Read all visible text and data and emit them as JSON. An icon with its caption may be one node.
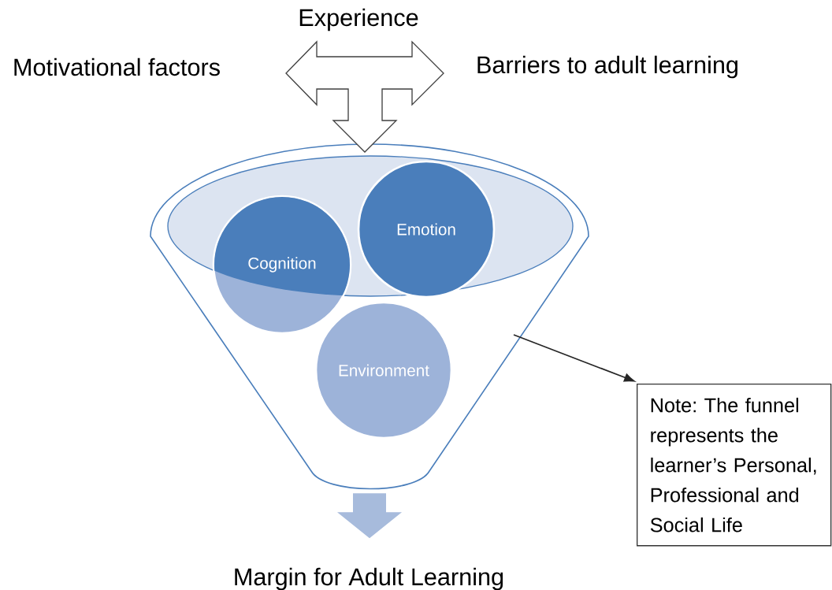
{
  "diagram": {
    "nodes": [
      {
        "text": [
          "Motivational factors"
        ]
      },
      {
        "text": [
          "Experience"
        ]
      },
      {
        "text": [
          "Barriers to adult learning"
        ]
      },
      {
        "text": [],
        "shape": "funnel"
      },
      {
        "text": [
          "Cognition"
        ],
        "in": 3
      },
      {
        "text": [
          "Emotion"
        ],
        "in": 3
      },
      {
        "text": [
          "Environment"
        ],
        "in": 3
      },
      {
        "text": [
          "Margin for Adult Learning"
        ]
      },
      {
        "text": [
          "Note: The funnel represents the learner’s Personal, Professional and Social Life"
        ]
      }
    ],
    "edges": [
      {
        "from": 0,
        "to": 2,
        "arrow": "both"
      },
      {
        "from": 1,
        "to": 3,
        "arrow": "to"
      },
      {
        "from": 3,
        "to": 7,
        "arrow": "to"
      },
      {
        "from": 3,
        "to": 8,
        "arrow": "to"
      }
    ]
  }
}
